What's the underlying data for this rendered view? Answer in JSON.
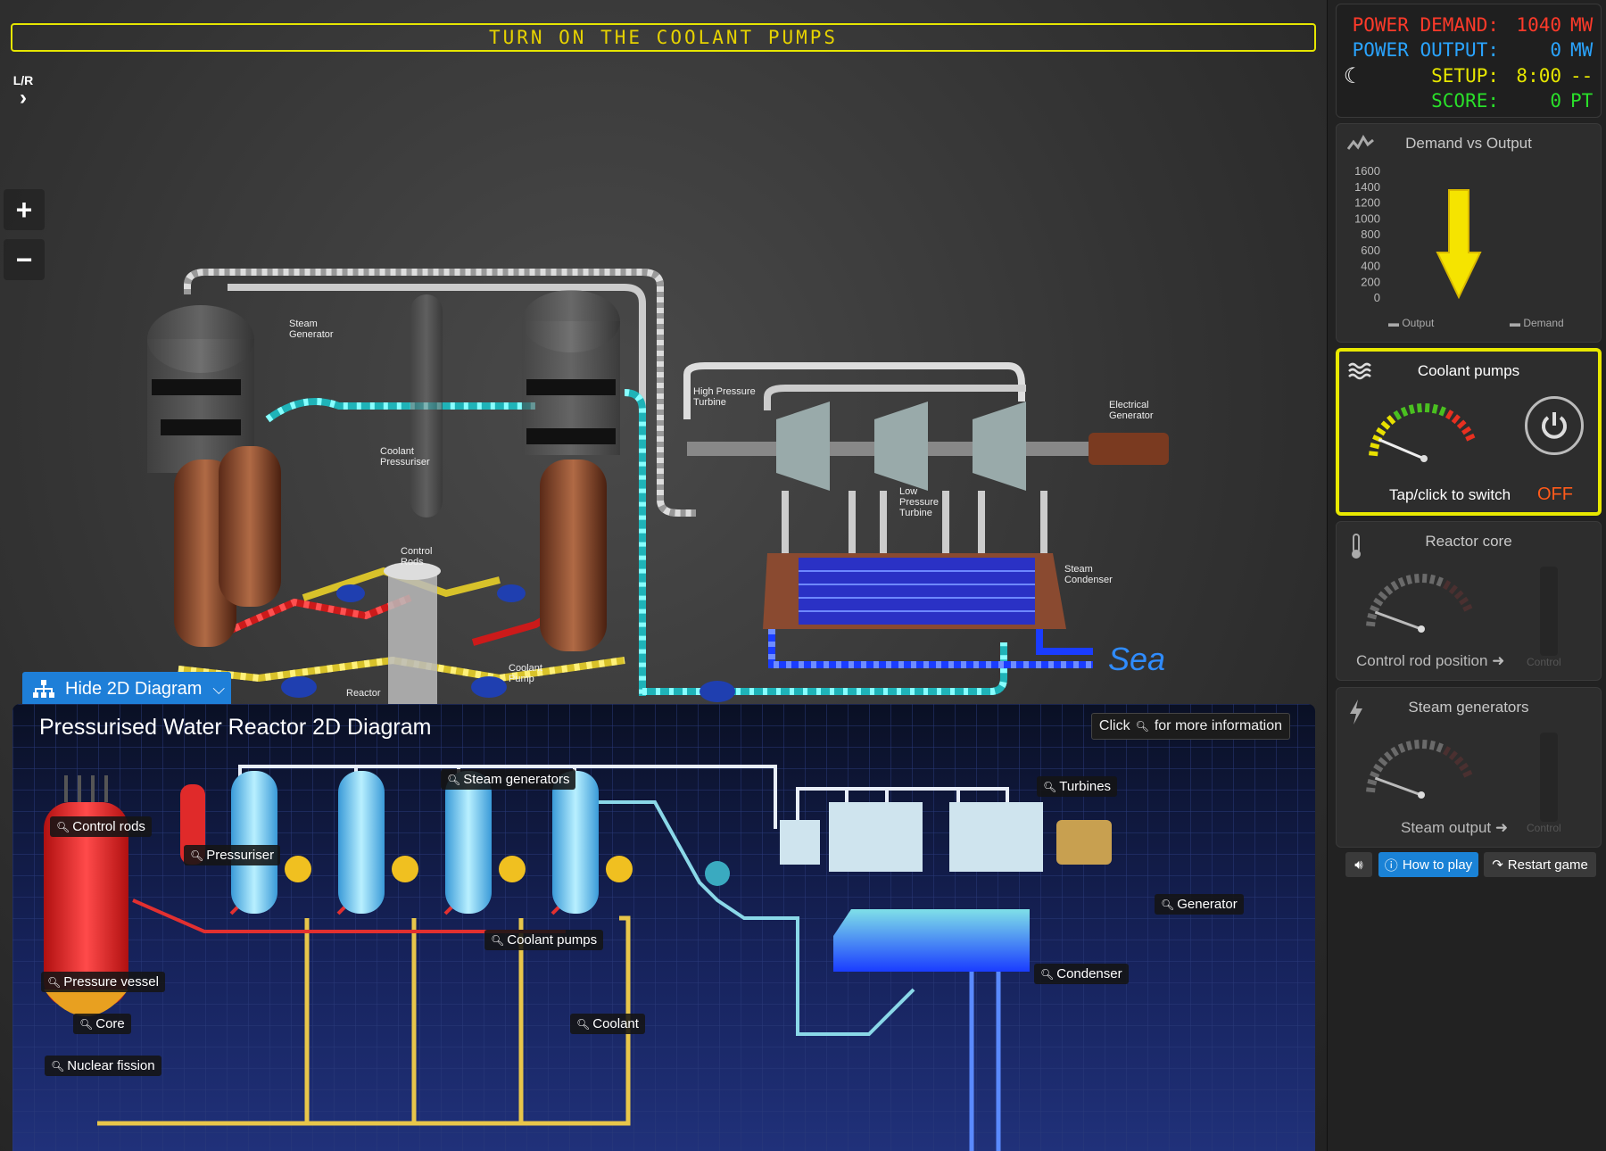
{
  "mission": "TURN ON THE COOLANT PUMPS",
  "nav": {
    "lr_label": "L/R",
    "lr_icon": "chevron-right-icon",
    "zoom_in": "+",
    "zoom_out": "−"
  },
  "scene": {
    "labels": {
      "steam_generator": "Steam\nGenerator",
      "coolant_pressuriser": "Coolant\nPressuriser",
      "control_rods": "Control\nRods",
      "coolant_pump": "Coolant\nPump",
      "reactor": "Reactor",
      "hp_turbine": "High Pressure\nTurbine",
      "lp_turbine": "Low\nPressure\nTurbine",
      "electrical_generator": "Electrical\nGenerator",
      "steam_condenser": "Steam\nCondenser",
      "sea": "Sea"
    }
  },
  "diagram_toggle": {
    "label": "Hide 2D Diagram",
    "icon": "sitemap-icon"
  },
  "diagram": {
    "title": "Pressurised Water Reactor 2D Diagram",
    "hint_prefix": "Click",
    "hint_suffix": "for more information",
    "labels": {
      "control_rods": "Control rods",
      "pressuriser": "Pressuriser",
      "steam_generators": "Steam generators",
      "turbines": "Turbines",
      "generator": "Generator",
      "coolant_pumps": "Coolant pumps",
      "condenser": "Condenser",
      "pressure_vessel": "Pressure vessel",
      "core": "Core",
      "coolant": "Coolant",
      "nuclear_fission": "Nuclear fission"
    }
  },
  "status": {
    "power_demand_label": "POWER DEMAND:",
    "power_demand_value": "1040",
    "power_demand_unit": "MW",
    "power_output_label": "POWER OUTPUT:",
    "power_output_value": "0",
    "power_output_unit": "MW",
    "setup_label": "SETUP:",
    "setup_value": "8:00",
    "setup_unit": "--",
    "score_label": "SCORE:",
    "score_value": "0",
    "score_unit": "PT",
    "colors": {
      "demand": "#ff3a2a",
      "output": "#2aa4ff",
      "setup": "#e6e600",
      "score": "#2adf2a"
    }
  },
  "demand_chart": {
    "title": "Demand vs Output",
    "legend_output": "Output",
    "legend_demand": "Demand",
    "chart_data": {
      "type": "bar",
      "categories": [
        "Output",
        "Demand"
      ],
      "values": [
        0,
        1040
      ],
      "yticks": [
        1600,
        1400,
        1200,
        1000,
        800,
        600,
        400,
        200,
        0
      ],
      "ylim": [
        0,
        1600
      ]
    }
  },
  "coolant_pumps": {
    "title": "Coolant pumps",
    "switch_label": "Tap/click to switch",
    "state": "OFF",
    "gauge_fraction": 0.02
  },
  "reactor_core": {
    "title": "Reactor core",
    "control_label": "Control rod position",
    "slider_label": "Control",
    "gauge_fraction": 0.0
  },
  "steam_generators": {
    "title": "Steam generators",
    "control_label": "Steam output",
    "slider_label": "Control",
    "gauge_fraction": 0.0
  },
  "footer": {
    "how_to_play": "How to play",
    "restart": "Restart game"
  }
}
